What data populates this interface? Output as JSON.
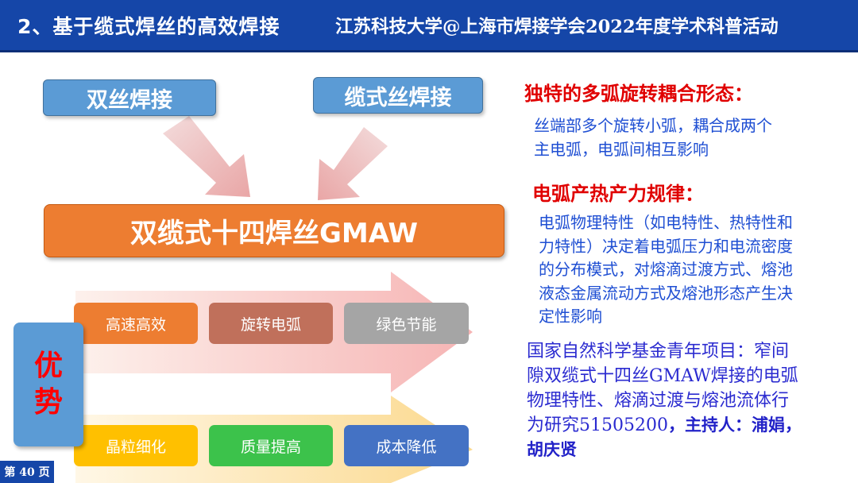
{
  "header": {
    "title": "2、基于缆式焊丝的高效焊接",
    "organizer": "江苏科技大学@上海市焊接学会2022年度学术科普活动"
  },
  "diagram": {
    "source_left": "双丝焊接",
    "source_right": "缆式丝焊接",
    "main_process": "双缆式十四焊丝GMAW",
    "advantage_label": [
      "优",
      "势"
    ],
    "advantages_row1": [
      "高速高效",
      "旋转电弧",
      "绿色节能"
    ],
    "advantages_row2": [
      "晶粒细化",
      "质量提高",
      "成本降低"
    ]
  },
  "right_panel": {
    "heading1": "独特的多弧旋转耦合形态：",
    "text1_lines": [
      "丝端部多个旋转小弧，耦合成两个",
      "主电弧，电弧间相互影响"
    ],
    "heading2": "电弧产热产力规律：",
    "text2_lines": [
      "电弧物理特性（如电特性、热特性和",
      "力特性）决定着电弧压力和电流密度",
      "的分布模式，对熔滴过渡方式、熔池",
      "液态金属流动方式及熔池形态产生决",
      "定性影响"
    ],
    "funding_lines": [
      "国家自然科学基金青年项目：窄间",
      "隙双缆式十四丝GMAW焊接的电弧",
      "物理特性、熔滴过渡与熔池流体行",
      "为研究51505200"
    ],
    "host_label": "，主持人：浦娟，",
    "host_name2": "胡庆贤"
  },
  "footer": {
    "page_label": "第 40 页"
  },
  "colors": {
    "header_bg": "#1546a8",
    "box_blue": "#5b9bd5",
    "main_orange": "#ed7d31",
    "heading_red": "#e00000",
    "body_blue": "#1f4fd3"
  }
}
